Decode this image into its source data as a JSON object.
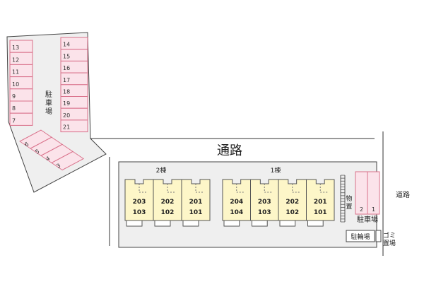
{
  "road_top": "通路",
  "road_right": "道路",
  "parking_label": "駐車場",
  "parking_right_label": "駐車場",
  "storage_label": "物置",
  "bike_label": "駐輪場",
  "garbage_label": "ゴミ置場",
  "building2_label": "2棟",
  "building1_label": "1棟",
  "parking_left_col": [
    "13",
    "12",
    "11",
    "10",
    "9",
    "8",
    "7"
  ],
  "parking_right_col": [
    "14",
    "15",
    "16",
    "17",
    "18",
    "19",
    "20",
    "21"
  ],
  "parking_angled": [
    "6",
    "5",
    "4",
    "3"
  ],
  "parking_right_spaces": [
    "2",
    "1"
  ],
  "building2_units": [
    {
      "upper": "203",
      "lower": "103"
    },
    {
      "upper": "202",
      "lower": "102"
    },
    {
      "upper": "201",
      "lower": "101"
    }
  ],
  "building1_units": [
    {
      "upper": "204",
      "lower": "104"
    },
    {
      "upper": "203",
      "lower": "103"
    },
    {
      "upper": "202",
      "lower": "102"
    },
    {
      "upper": "201",
      "lower": "101"
    }
  ],
  "colors": {
    "parking_fill": "#fbe3ea",
    "parking_stroke": "#d9708a",
    "unit_fill": "#fdf6c8",
    "lot_fill": "#f0f0f0",
    "line": "#555555"
  }
}
